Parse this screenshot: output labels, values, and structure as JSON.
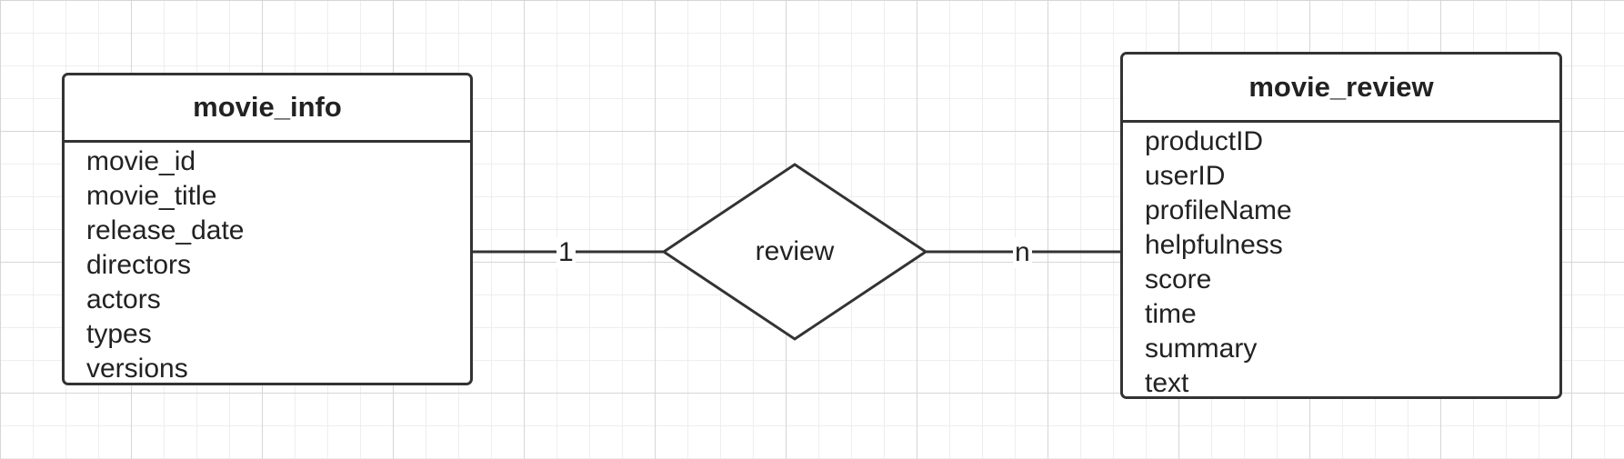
{
  "entities": {
    "movie_info": {
      "title": "movie_info",
      "attributes": [
        "movie_id",
        "movie_title",
        "release_date",
        "directors",
        "actors",
        "types",
        "versions"
      ]
    },
    "movie_review": {
      "title": "movie_review",
      "attributes": [
        "productID",
        "userID",
        "profileName",
        "helpfulness",
        "score",
        "time",
        "summary",
        "text"
      ]
    }
  },
  "relationship": {
    "label": "review",
    "left_cardinality": "1",
    "right_cardinality": "n"
  },
  "colors": {
    "stroke": "#333333",
    "grid_major": "#d6d6d6",
    "grid_minor": "#eeeeee",
    "background": "#ffffff"
  }
}
